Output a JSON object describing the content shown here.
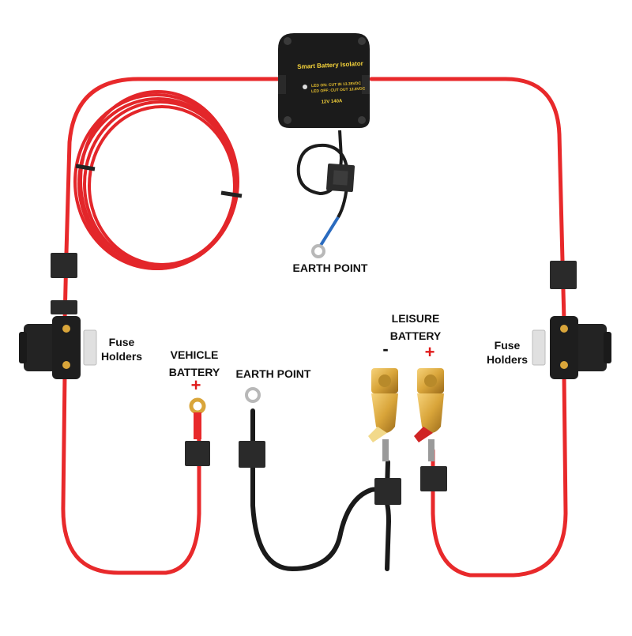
{
  "colors": {
    "positive_cable": "#e8292b",
    "earth_cable": "#1a1a1a",
    "brass": "#d9a53a",
    "isolator_body": "#1b1b1b",
    "isolator_text": "#f4d23a",
    "symbol_red": "#e01b1b",
    "label_text": "#111111"
  },
  "isolator": {
    "title": "Smart Battery Isolator",
    "line1": "LED ON: CUT IN 13.35VDC",
    "line2": "LED OFF: CUT OUT 12.8VDC",
    "rating": "12V 140A"
  },
  "labels": {
    "earth_point_top": "EARTH POINT",
    "fuse_left_line1": "Fuse",
    "fuse_left_line2": "Holders",
    "fuse_right_line1": "Fuse",
    "fuse_right_line2": "Holders",
    "vehicle_line1": "VEHICLE",
    "vehicle_line2": "BATTERY",
    "vehicle_plus": "+",
    "earth_point_mid": "EARTH POINT",
    "leisure_line1": "LEISURE",
    "leisure_line2": "BATTERY",
    "leisure_minus": "-",
    "leisure_plus": "+"
  },
  "icons": {
    "isolator": "smart-battery-isolator-icon",
    "fuse_holder": "fuse-holder-icon",
    "ring_terminal": "ring-terminal-icon",
    "battery_clamp": "battery-terminal-clamp-icon",
    "cable_mount": "adhesive-cable-mount-icon"
  }
}
